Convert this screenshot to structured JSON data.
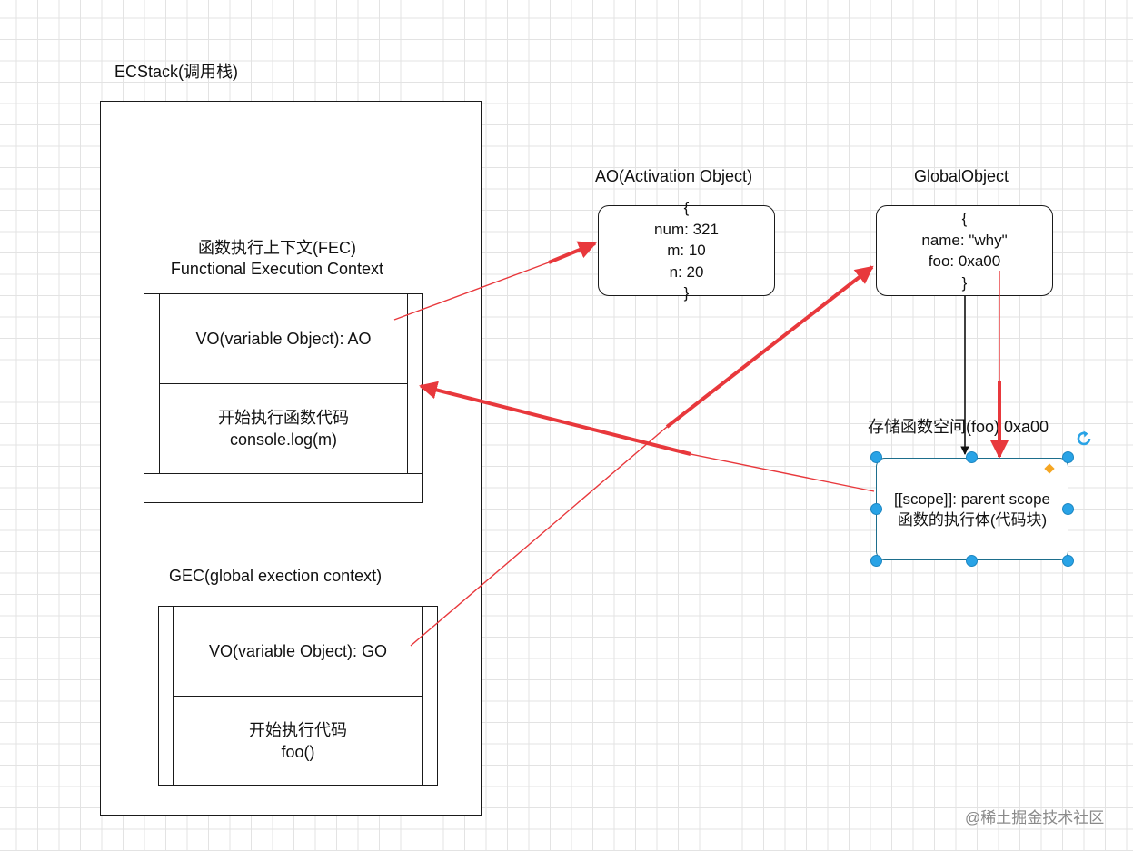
{
  "ecstack": {
    "title": "ECStack(调用栈)"
  },
  "fec": {
    "title_cn": "函数执行上下文(FEC)",
    "title_en": "Functional Execution Context",
    "vo": "VO(variable Object): AO",
    "code_line1": "开始执行函数代码",
    "code_line2": "console.log(m)"
  },
  "gec": {
    "title": "GEC(global exection context)",
    "vo": "VO(variable Object): GO",
    "code_line1": "开始执行代码",
    "code_line2": "foo()"
  },
  "ao": {
    "title": "AO(Activation Object)",
    "lines": [
      "{",
      "num: 321",
      "m: 10",
      "n: 20",
      "}"
    ]
  },
  "go": {
    "title": "GlobalObject",
    "lines": [
      "{",
      "name: \"why\"",
      "foo: 0xa00",
      "}"
    ]
  },
  "func_storage": {
    "title": "存储函数空间(foo) 0xa00",
    "line1": "[[scope]]: parent scope",
    "line2": "函数的执行体(代码块)"
  },
  "watermark": "@稀土掘金技术社区",
  "colors": {
    "arrow_red": "#e8383c",
    "handle_blue": "#29a3e6",
    "handle_orange": "#f5a623",
    "selection_border": "#1d6e8c",
    "grid": "#e3e3e3"
  },
  "icons": [
    "rotate-icon"
  ]
}
